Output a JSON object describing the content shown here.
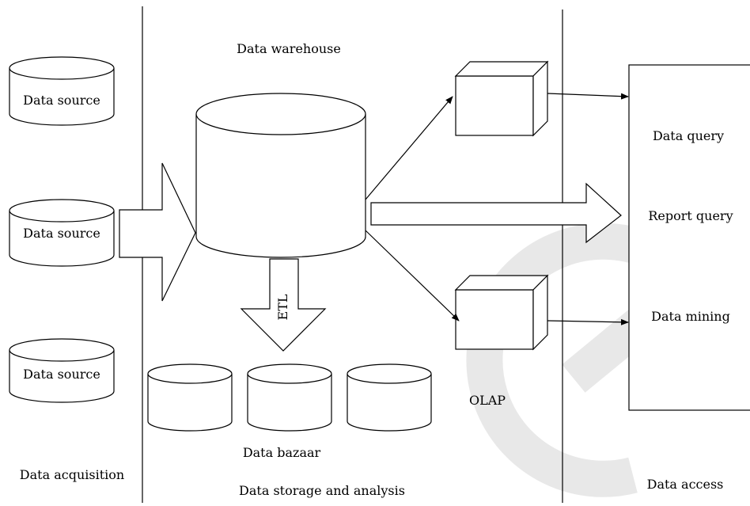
{
  "warehouse": {
    "title": "Data warehouse",
    "etl_label": "ETL"
  },
  "sources": [
    "Data source",
    "Data source",
    "Data source"
  ],
  "marts_label": "Data bazaar",
  "olap_label": "OLAP",
  "access": {
    "items": [
      "Data query",
      "Report query",
      "Data mining"
    ]
  },
  "zones": {
    "acquisition": "Data acquisition",
    "storage": "Data storage and analysis",
    "access": "Data access"
  },
  "watermark_color": "#e8e8e8"
}
